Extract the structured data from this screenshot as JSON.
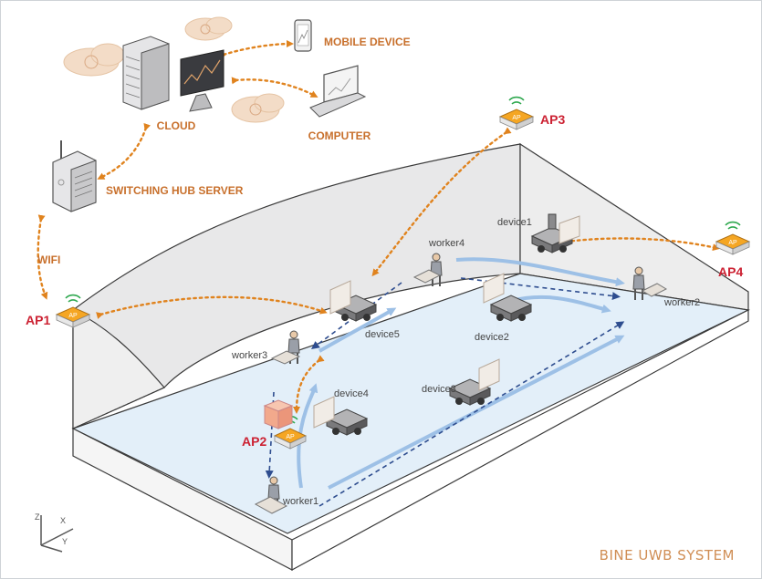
{
  "cloud": {
    "label": "CLOUD"
  },
  "mobile": {
    "label": "MOBILE DEVICE"
  },
  "computer": {
    "label": "COMPUTER"
  },
  "hub": {
    "label": "SWITCHING HUB SERVER"
  },
  "wifi": {
    "label": "WIFI"
  },
  "access_points": [
    {
      "label": "AP1",
      "badge": "AP"
    },
    {
      "label": "AP2",
      "badge": "AP"
    },
    {
      "label": "AP3",
      "badge": "AP"
    },
    {
      "label": "AP4",
      "badge": "AP"
    }
  ],
  "devices": [
    "device1",
    "device2",
    "device3",
    "device4",
    "device5"
  ],
  "workers": [
    "worker1",
    "worker2",
    "worker3",
    "worker4"
  ],
  "axes": {
    "z": "Z",
    "x": "X",
    "y": "Y"
  },
  "system_title": "BINE UWB SYSTEM",
  "colors": {
    "orange": "#e0831e",
    "ap_red": "#cc2233",
    "floor": "#e3eff9",
    "wall": "#e9e9ea",
    "path_light": "#9dc0e6",
    "path_dark": "#2e4d8f",
    "wifi_green": "#2fa84f"
  }
}
